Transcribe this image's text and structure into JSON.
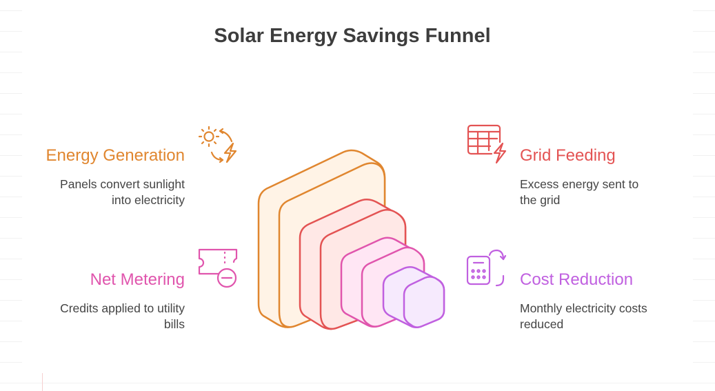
{
  "title": "Solar Energy Savings Funnel",
  "colors": {
    "orange": "#e0862f",
    "red": "#e35353",
    "pink": "#e055ad",
    "purple": "#c060e0",
    "text": "#444444",
    "title": "#3d3d3d"
  },
  "stages": [
    {
      "label": "Energy Generation",
      "description_line1": "Panels convert sunlight",
      "description_line2": "into electricity",
      "icon": "sun-cycle-lightning-icon",
      "color": "#e0862f",
      "side": "left"
    },
    {
      "label": "Grid Feeding",
      "description_line1": "Excess energy sent to",
      "description_line2": "the grid",
      "icon": "grid-table-lightning-icon",
      "color": "#e35353",
      "side": "right"
    },
    {
      "label": "Net Metering",
      "description_line1": "Credits applied to utility",
      "description_line2": "bills",
      "icon": "ticket-minus-icon",
      "color": "#e055ad",
      "side": "left"
    },
    {
      "label": "Cost Reduction",
      "description_line1": "Monthly electricity costs",
      "description_line2": "reduced",
      "icon": "calculator-cycle-icon",
      "color": "#c060e0",
      "side": "right"
    }
  ]
}
